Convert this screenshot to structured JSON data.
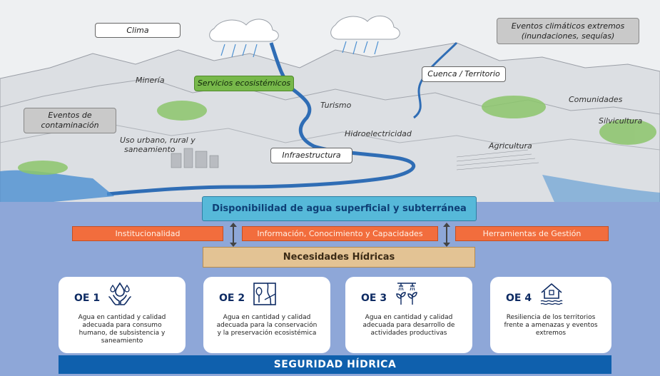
{
  "landscape": {
    "labels": {
      "mineria": "Minería",
      "turismo": "Turismo",
      "hidroelectricidad": "Hidroelectricidad",
      "comunidades": "Comunidades",
      "silvicultura": "Silvicultura",
      "agricultura": "Agricultura",
      "uso_urbano_line1": "Uso urbano, rural y",
      "uso_urbano_line2": "saneamiento"
    },
    "boxes": {
      "clima": "Clima",
      "eventos_climaticos_line1": "Eventos climáticos extremos",
      "eventos_climaticos_line2": "(inundaciones, sequías)",
      "servicios": "Servicios ecosistémicos",
      "cuenca": "Cuenca / Territorio",
      "contaminacion_line1": "Eventos de",
      "contaminacion_line2": "contaminación",
      "infraestructura": "Infraestructura"
    }
  },
  "disponibilidad": "Disponibilidad de agua superficial y subterránea",
  "enablers": [
    "Institucionalidad",
    "Información, Conocimiento y Capacidades",
    "Herramientas de Gestión"
  ],
  "necesidades": "Necesidades Hídricas",
  "objectives": [
    {
      "code": "OE 1",
      "icon": "water-hands-icon",
      "lines": [
        "Agua en cantidad y calidad",
        "adecuada para consumo",
        "humano, de subsistencia y",
        "saneamiento"
      ]
    },
    {
      "code": "OE 2",
      "icon": "ecosystem-tree-icon",
      "lines": [
        "Agua en cantidad y calidad",
        "adecuada para la conservación",
        "y la preservación ecosistémica"
      ]
    },
    {
      "code": "OE 3",
      "icon": "irrigation-plants-icon",
      "lines": [
        "Agua en cantidad y calidad",
        "adecuada para desarrollo de",
        "actividades productivas"
      ]
    },
    {
      "code": "OE 4",
      "icon": "flooded-house-icon",
      "lines": [
        "Resiliencia de los territorios",
        "frente a amenazas y eventos",
        "extremos"
      ]
    }
  ],
  "footer": "SEGURIDAD HÍDRICA",
  "colors": {
    "flag_blue": "#1f4e9c",
    "flag_red": "#e8343e",
    "panel": "#8ea7d8",
    "availability": "#56b9d9",
    "enablers": "#f26d3d",
    "needs": "#e3c394",
    "footer": "#0f60ad"
  }
}
